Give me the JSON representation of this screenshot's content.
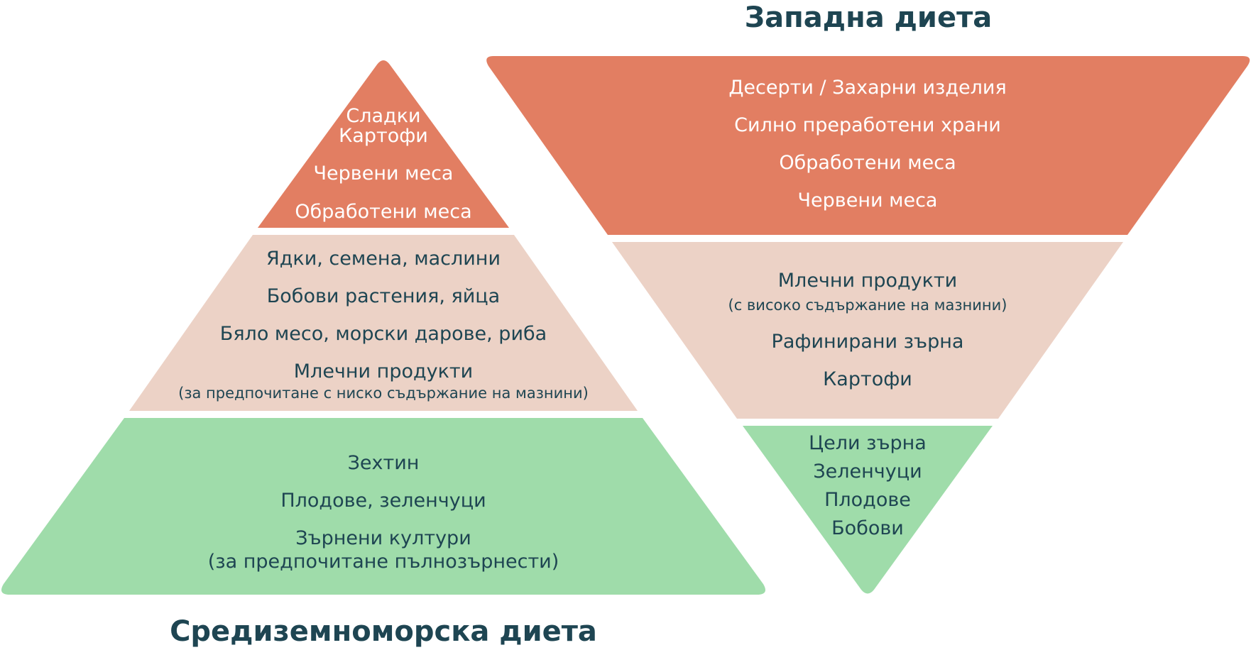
{
  "colors": {
    "top": "#e27e62",
    "middle": "#ecd2c6",
    "bottom": "#9fdcaa",
    "title": "#1e4552",
    "light_text": "#ffffff",
    "dark_text": "#1e4552"
  },
  "mediterranean": {
    "title": "Средиземноморска диета",
    "top": {
      "lines": [
        "Сладки",
        "Картофи",
        "Червени меса",
        "Обработени меса"
      ]
    },
    "middle": {
      "lines": [
        "Ядки, семена, маслини",
        "Бобови растения, яйца",
        "Бяло месо, морски дарове, риба",
        "Млечни продукти"
      ],
      "note": "(за предпочитане с ниско съдържание на мазнини)"
    },
    "bottom": {
      "lines": [
        "Зехтин",
        "Плодове, зеленчуци",
        "Зърнени култури",
        "(за предпочитане пълнозърнести)"
      ]
    }
  },
  "western": {
    "title": "Западна диета",
    "top": {
      "lines": [
        "Десерти / Захарни изделия",
        "Силно преработени храни",
        "Обработени меса",
        "Червени меса"
      ]
    },
    "middle": {
      "lines": [
        "Млечни продукти",
        "Рафинирани зърна",
        "Картофи"
      ],
      "note": "(с високо съдържание на мазнини)"
    },
    "bottom": {
      "lines": [
        "Цели зърна",
        "Зеленчуци",
        "Плодове",
        "Бобови"
      ]
    }
  }
}
